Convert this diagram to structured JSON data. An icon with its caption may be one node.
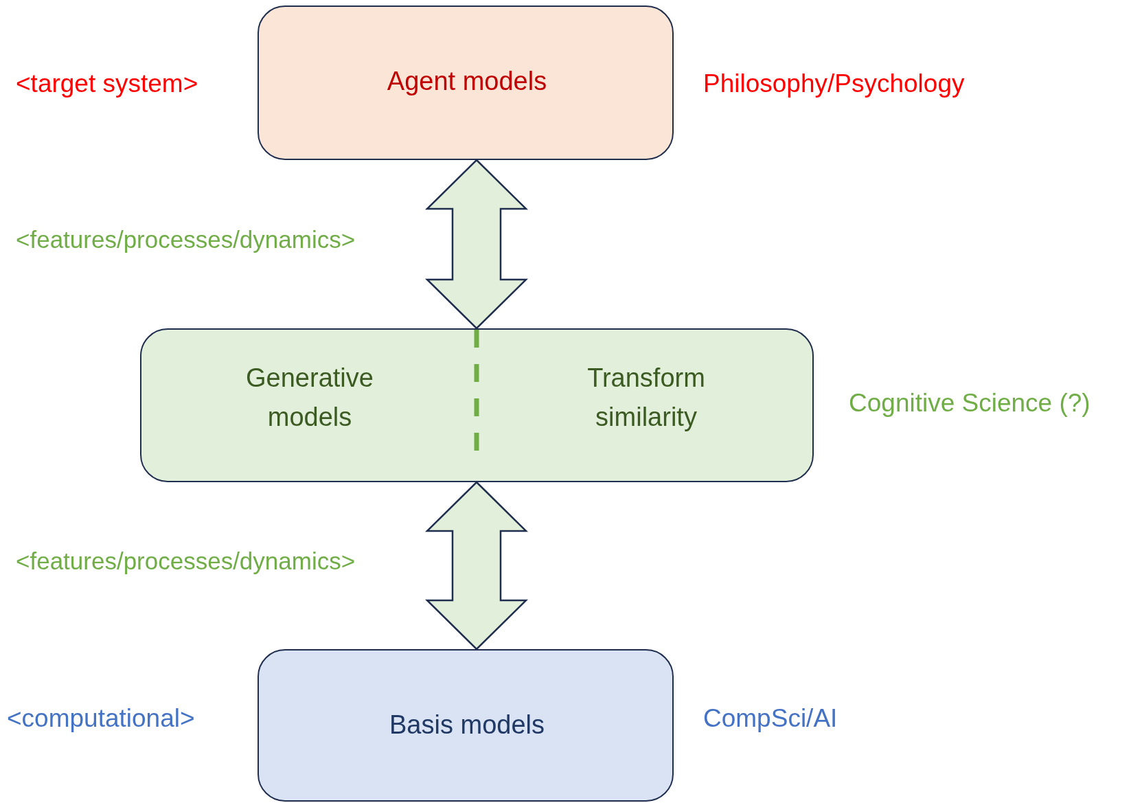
{
  "diagram": {
    "nodes": [
      {
        "text": [
          "Agent models"
        ],
        "beside": [
          "<target system>",
          "Philosophy/Psychology"
        ]
      },
      {
        "text": [
          "Generative models",
          "Transform similarity"
        ],
        "beside": [
          "Cognitive Science (?)"
        ]
      },
      {
        "text": [
          "Basis models"
        ],
        "beside": [
          "<computational>",
          "CompSci/AI"
        ]
      }
    ],
    "edges": [
      {
        "from": 0,
        "to": 1,
        "arrow": "both"
      },
      {
        "from": 1,
        "to": 2,
        "arrow": "both"
      }
    ],
    "labels": [
      "<features/processes/dynamics>",
      "<features/processes/dynamics>"
    ]
  }
}
